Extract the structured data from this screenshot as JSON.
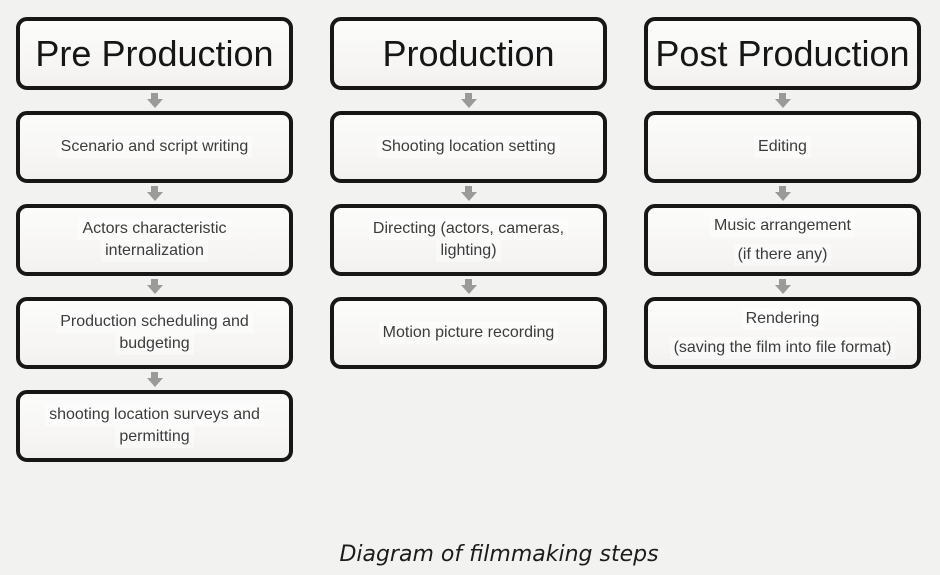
{
  "diagram": {
    "caption": "Diagram of filmmaking steps",
    "colors": {
      "background": "#f2f2f0",
      "box_border": "#171717",
      "box_fill": "#f8f7f6",
      "arrow": "#9a9a9a",
      "header_text": "#161616",
      "step_text": "#3c3c3c"
    },
    "columns": [
      {
        "header": "Pre Production",
        "steps": [
          {
            "lines": [
              "Scenario and script writing"
            ]
          },
          {
            "lines": [
              "Actors characteristic",
              "internalization"
            ]
          },
          {
            "lines": [
              "Production scheduling and",
              "budgeting"
            ]
          },
          {
            "lines": [
              "shooting location surveys and",
              "permitting"
            ]
          }
        ]
      },
      {
        "header": "Production",
        "steps": [
          {
            "lines": [
              "Shooting location setting"
            ]
          },
          {
            "lines": [
              "Directing (actors, cameras,",
              "lighting)"
            ]
          },
          {
            "lines": [
              "Motion picture recording"
            ]
          }
        ]
      },
      {
        "header": "Post Production",
        "steps": [
          {
            "lines": [
              "Editing"
            ]
          },
          {
            "lines": [
              "Music arrangement",
              "(if there any)"
            ]
          },
          {
            "lines": [
              "Rendering",
              "(saving the film into file format)"
            ]
          }
        ]
      }
    ]
  }
}
